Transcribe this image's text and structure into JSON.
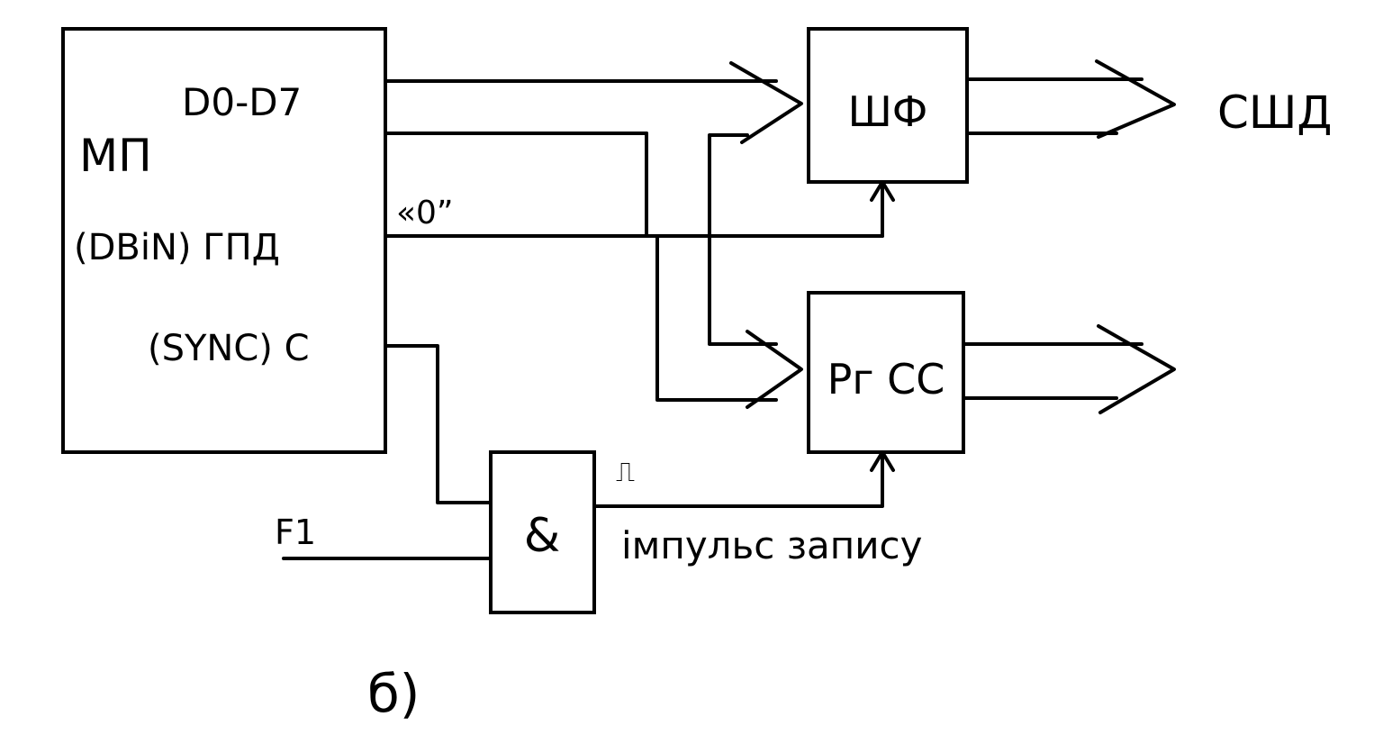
{
  "microprocessor": {
    "name": "МП",
    "data_pins": "D0-D7",
    "dbin_pin": "(DBiN) ГПД",
    "sync_pin": "(SYNC) C"
  },
  "signal_zero": "«0”",
  "bus_driver": {
    "name": "ШФ"
  },
  "status_register": {
    "name": "Рг СС"
  },
  "and_gate": {
    "symbol": "&"
  },
  "clock_input": "F1",
  "pulse_symbol": "⎍",
  "pulse_label": "імпульс запису",
  "data_bus": "СШД",
  "figure_label": "б)",
  "colors": {
    "ink": "#000000",
    "paper": "#ffffff"
  }
}
